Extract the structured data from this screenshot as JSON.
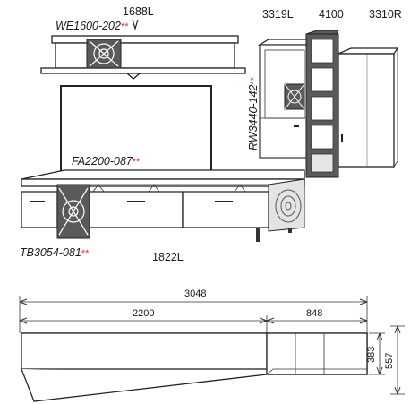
{
  "labels": {
    "shelf_code": "WE1600-202",
    "shelf_width": "1688L",
    "tv_panel_code": "FA2200-087",
    "lowboard_code": "TB3054-081",
    "lowboard_width": "1822L",
    "vitrine_code": "RW3440-142",
    "unit_left": "3319L",
    "unit_middle": "4100",
    "unit_right": "3310R",
    "marker": "**"
  },
  "dimensions": {
    "total_width": "3048",
    "left_width": "2200",
    "right_width": "848",
    "inner_height": "383",
    "total_height": "557"
  },
  "colors": {
    "line": "#222222",
    "accent_marker": "#e03030",
    "dark_panel": "#5a5a5a"
  }
}
